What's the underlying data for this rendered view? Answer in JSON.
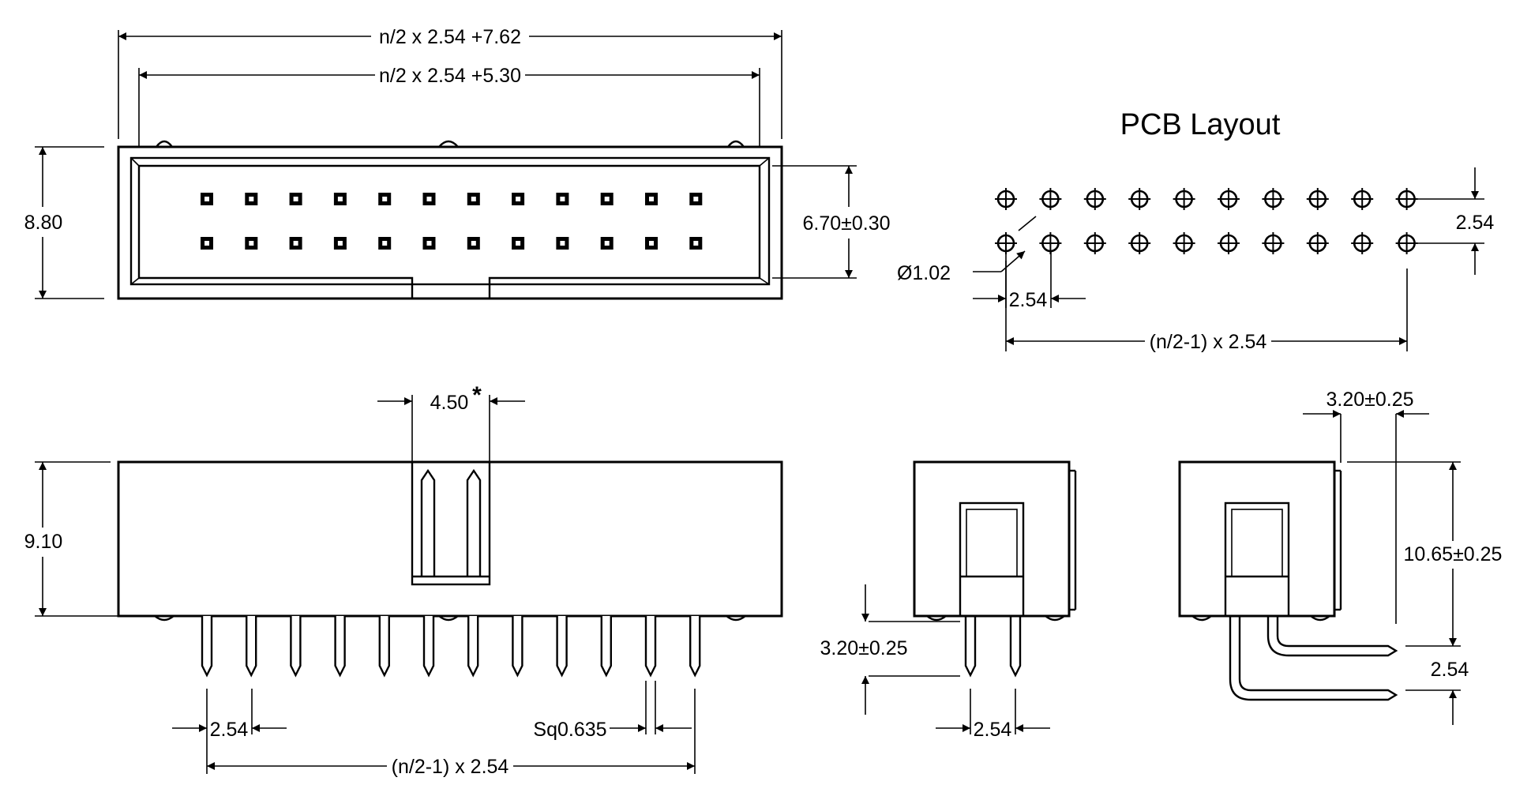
{
  "top_view": {
    "overall_width": "n/2 x 2.54 +7.62",
    "inner_width": "n/2 x 2.54 +5.30",
    "height": "8.80",
    "inner_height": "6.70±0.30"
  },
  "pcb_layout": {
    "title": "PCB Layout",
    "hole_diameter": "Ø1.02",
    "row_pitch": "2.54",
    "pitch": "2.54",
    "span": "(n/2-1) x 2.54"
  },
  "front_view": {
    "key_width": "4.50",
    "key_mark": "*",
    "height": "9.10",
    "pitch": "2.54",
    "pin_size": "Sq0.635",
    "span": "(n/2-1) x 2.54"
  },
  "side_view": {
    "pin_length": "3.20±0.25",
    "pitch": "2.54"
  },
  "right_angle_view": {
    "offset": "3.20±0.25",
    "height": "10.65±0.25",
    "pitch": "2.54"
  }
}
